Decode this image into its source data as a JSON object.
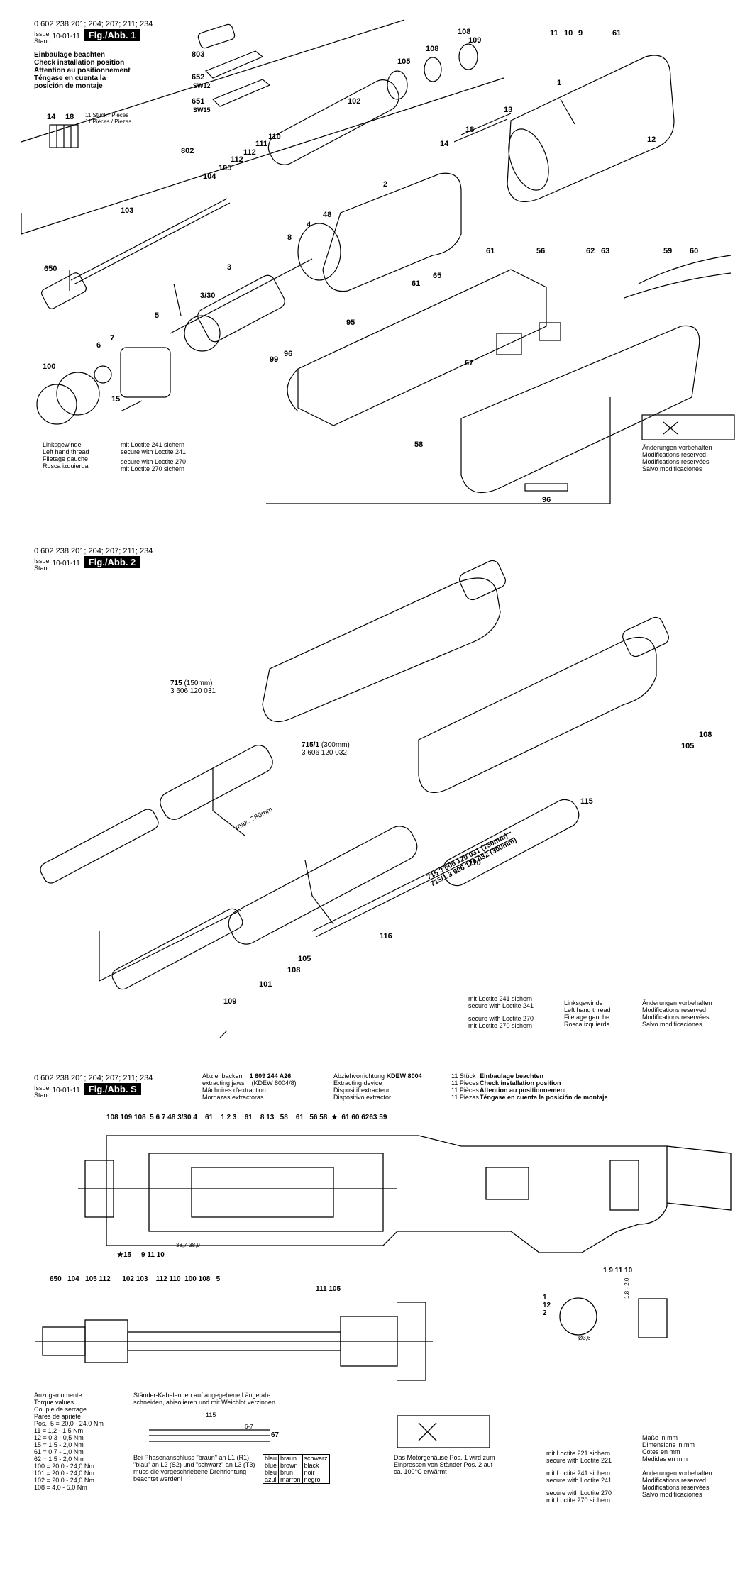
{
  "doc_number": "0 602 238 201; 204; 207; 211; 234",
  "issue_label": "Issue",
  "stand_label": "Stand",
  "date": "10-01-11",
  "fig1": {
    "title": "Fig./Abb. 1",
    "install_note": [
      "Einbaulage beachten",
      "Check installation position",
      "Attention au positionnement",
      "Téngase en cuenta la",
      "posición de montaje"
    ],
    "count_note": [
      "11 Stück / Pieces",
      "11 Pièces / Piezas"
    ],
    "lh_note": [
      "Linksgewinde",
      "Left hand thread",
      "Filetage gauche",
      "Rosca izquierda"
    ],
    "loctite241": [
      "mit Loctite 241 sichern",
      "secure with Loctite 241"
    ],
    "loctite270": [
      "secure with Loctite 270",
      "mit Loctite 270 sichern"
    ],
    "changes": [
      "Änderungen vorbehalten",
      "Modifications reserved",
      "Modifications reservées",
      "Salvo modificaciones"
    ],
    "labels": {
      "p803": "803",
      "p652": "652",
      "sw12": "SW12",
      "p651": "651",
      "sw15": "SW15",
      "p802": "802",
      "p103": "103",
      "p650": "650",
      "p102": "102",
      "p105": "105",
      "p108": "108",
      "p109": "109",
      "p110": "110",
      "p111": "111",
      "p112": "112",
      "p104": "104",
      "p1": "1",
      "p2": "2",
      "p3": "3",
      "p330": "3/30",
      "p4": "4",
      "p48": "48",
      "p5": "5",
      "p6": "6",
      "p7": "7",
      "p8": "8",
      "p9": "9",
      "p10": "10",
      "p11": "11",
      "p12": "12",
      "p13": "13",
      "p14": "14",
      "p15": "15",
      "p18": "18",
      "p56": "56",
      "p58": "58",
      "p59": "59",
      "p60": "60",
      "p61": "61",
      "p62": "62",
      "p63": "63",
      "p65": "65",
      "p67": "67",
      "p95": "95",
      "p96": "96",
      "p99": "99",
      "p100": "100",
      "p14b": "14",
      "p18b": "18"
    }
  },
  "fig2": {
    "title": "Fig./Abb. 2",
    "p715": "715",
    "p715_len": "(150mm)",
    "p715_num": "3 606 120 031",
    "p7151": "715/1",
    "p7151_len": "(300mm)",
    "p7151_num": "3 606 120 032",
    "max": "max. 780mm",
    "diag1": "715   3 606 120 031 (150mm)",
    "diag2": "715/1 3 606 120 032 (300mm)",
    "labels": {
      "p108": "108",
      "p105": "105",
      "p115": "115",
      "p110": "110",
      "p116": "116",
      "p109": "109",
      "p101": "101"
    },
    "loctite241": [
      "mit Loctite 241 sichern",
      "secure with Loctite 241"
    ],
    "loctite270": [
      "secure with Loctite 270",
      "mit Loctite 270 sichern"
    ],
    "lh_note": [
      "Linksgewinde",
      "Left hand thread",
      "Filetage gauche",
      "Rosca izquierda"
    ],
    "changes": [
      "Änderungen vorbehalten",
      "Modifications reserved",
      "Modifications reservées",
      "Salvo modificaciones"
    ]
  },
  "figS": {
    "title": "Fig./Abb. S",
    "jaws": [
      "Abziehbacken",
      "extracting jaws",
      "Mâchoires d'extraction",
      "Mordazas extractoras"
    ],
    "jaws_num": "1 609 244 A26",
    "jaws_ref": "(KDEW 8004/8)",
    "device": [
      "Abziehvorrichtung",
      "Extracting device",
      "Dispositif extracteur",
      "Dispositivo extractor"
    ],
    "device_num": "KDEW 8004",
    "count": [
      "11 Stück",
      "11 Pieces",
      "11 Pièces",
      "11 Piezas"
    ],
    "install": [
      "Einbaulage beachten",
      "Check installation position",
      "Attention au positionnement",
      "Téngase en cuenta la posición de montaje"
    ],
    "top_labels": "108 109 108  5 6 7 48 3/30 4    61    1 2 3    61    8 13   58    61   56 58  ★  61 60 6263 59",
    "dim": "38,7-38,9",
    "bottom_labels": "★15     9 11 10",
    "shaft_labels": "650   104   105 112      102 103    112 110  100 108   5",
    "shaft_labels2": "111 105",
    "detail1": [
      "1",
      "12",
      "2"
    ],
    "detail_dim1": "1,8 - 2,0",
    "detail_dim2": "Ø3,6",
    "detail2": "1 9 11 10",
    "torque_title": [
      "Anzugsmomente",
      "Torque values",
      "Couple de serrage",
      "Pares de apriete"
    ],
    "torque": [
      [
        "Pos.  5",
        "20,0 - 24,0 Nm"
      ],
      [
        "11",
        "1,2 - 1,5 Nm"
      ],
      [
        "12",
        "0,3 - 0,5 Nm"
      ],
      [
        "15",
        "1,5 - 2,0 Nm"
      ],
      [
        "61",
        "0,7 - 1,0 Nm"
      ],
      [
        "62",
        "1,5 - 2,0 Nm"
      ],
      [
        "100",
        "20,0 - 24,0 Nm"
      ],
      [
        "101",
        "20,0 - 24,0 Nm"
      ],
      [
        "102",
        "20,0 - 24,0 Nm"
      ],
      [
        "108",
        "4,0 - 5,0 Nm"
      ]
    ],
    "cable_note": [
      "Ständer-Kabelenden auf angegebene Länge ab-",
      "schneiden, abisolieren und mit Weichlot verzinnen."
    ],
    "cable_115": "115",
    "cable_67": "67",
    "cable_dim": "6-7",
    "phase_note": [
      "Bei Phasenanschluss \"braun\" an L1 (R1)",
      "\"blau\" an L2 (S2) und \"schwarz\" an L3 (T3)",
      "muss die vorgeschriebene Drehrichtung",
      "beachtet werden!"
    ],
    "colors": [
      [
        "blau",
        "braun",
        "schwarz"
      ],
      [
        "blue",
        "brown",
        "black"
      ],
      [
        "bleu",
        "brun",
        "noir"
      ],
      [
        "azul",
        "marron",
        "negro"
      ]
    ],
    "motor_note": [
      "Das Motorgehäuse Pos. 1 wird zum",
      "Einpressen von Ständer Pos. 2 auf",
      "ca. 100°C erwärmt"
    ],
    "loctite221": [
      "mit Loctite 221 sichern",
      "secure with Loctite 221"
    ],
    "loctite241": [
      "mit Loctite 241 sichern",
      "secure with Loctite 241"
    ],
    "loctite270": [
      "secure with Loctite 270",
      "mit Loctite 270 sichern"
    ],
    "dims": [
      "Maße in mm",
      "Dimensions in mm",
      "Cotes en mm",
      "Medidas en mm"
    ],
    "changes": [
      "Änderungen vorbehalten",
      "Modifications reserved",
      "Modifications reservées",
      "Salvo modificaciones"
    ]
  }
}
